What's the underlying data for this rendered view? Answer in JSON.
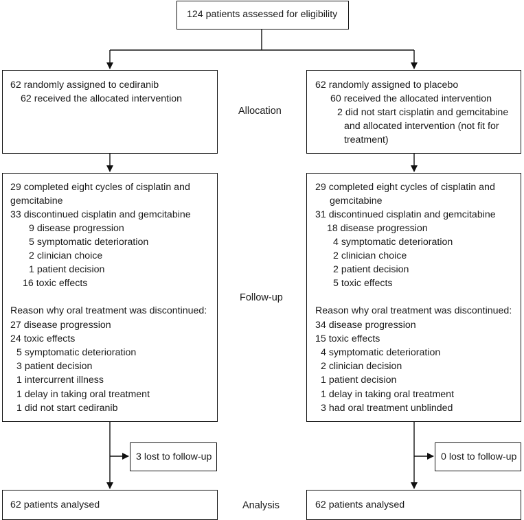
{
  "stages": {
    "allocation": "Allocation",
    "follow_up": "Follow-up",
    "analysis": "Analysis"
  },
  "top": {
    "assessed": "124 patients assessed for eligibility"
  },
  "left": {
    "allocation": [
      "62 randomly assigned to cediranib",
      "62 received the allocated intervention"
    ],
    "followup": [
      "29 completed eight cycles of cisplatin and",
      "gemcitabine",
      "33 discontinued cisplatin and gemcitabine",
      "9 disease progression",
      "5 symptomatic deterioration",
      "2 clinician choice",
      "1 patient decision",
      "16 toxic effects",
      "Reason why oral treatment was discontinued:",
      "27 disease progression",
      "24 toxic effects",
      "5 symptomatic deterioration",
      "3 patient decision",
      "1 intercurrent illness",
      "1 delay in taking oral treatment",
      "1 did not start cediranib"
    ],
    "lost": "3 lost to follow-up",
    "analysed": "62 patients analysed"
  },
  "right": {
    "allocation": [
      "62 randomly assigned to placebo",
      "60 received the allocated intervention",
      "2 did not start cisplatin and gemcitabine",
      "and allocated intervention (not fit for",
      "treatment)"
    ],
    "followup": [
      "29 completed eight cycles of cisplatin and",
      "gemcitabine",
      "31 discontinued cisplatin and gemcitabine",
      "18 disease progression",
      "4 symptomatic deterioration",
      "2 clinician choice",
      "2 patient decision",
      "5 toxic effects",
      "Reason why oral treatment was discontinued:",
      "34 disease progression",
      "15 toxic effects",
      "4 symptomatic deterioration",
      "2 clinician decision",
      "1 patient decision",
      "1 delay in taking oral treatment",
      "3 had oral treatment unblinded"
    ],
    "lost": "0 lost to follow-up",
    "analysed": "62 patients analysed"
  }
}
